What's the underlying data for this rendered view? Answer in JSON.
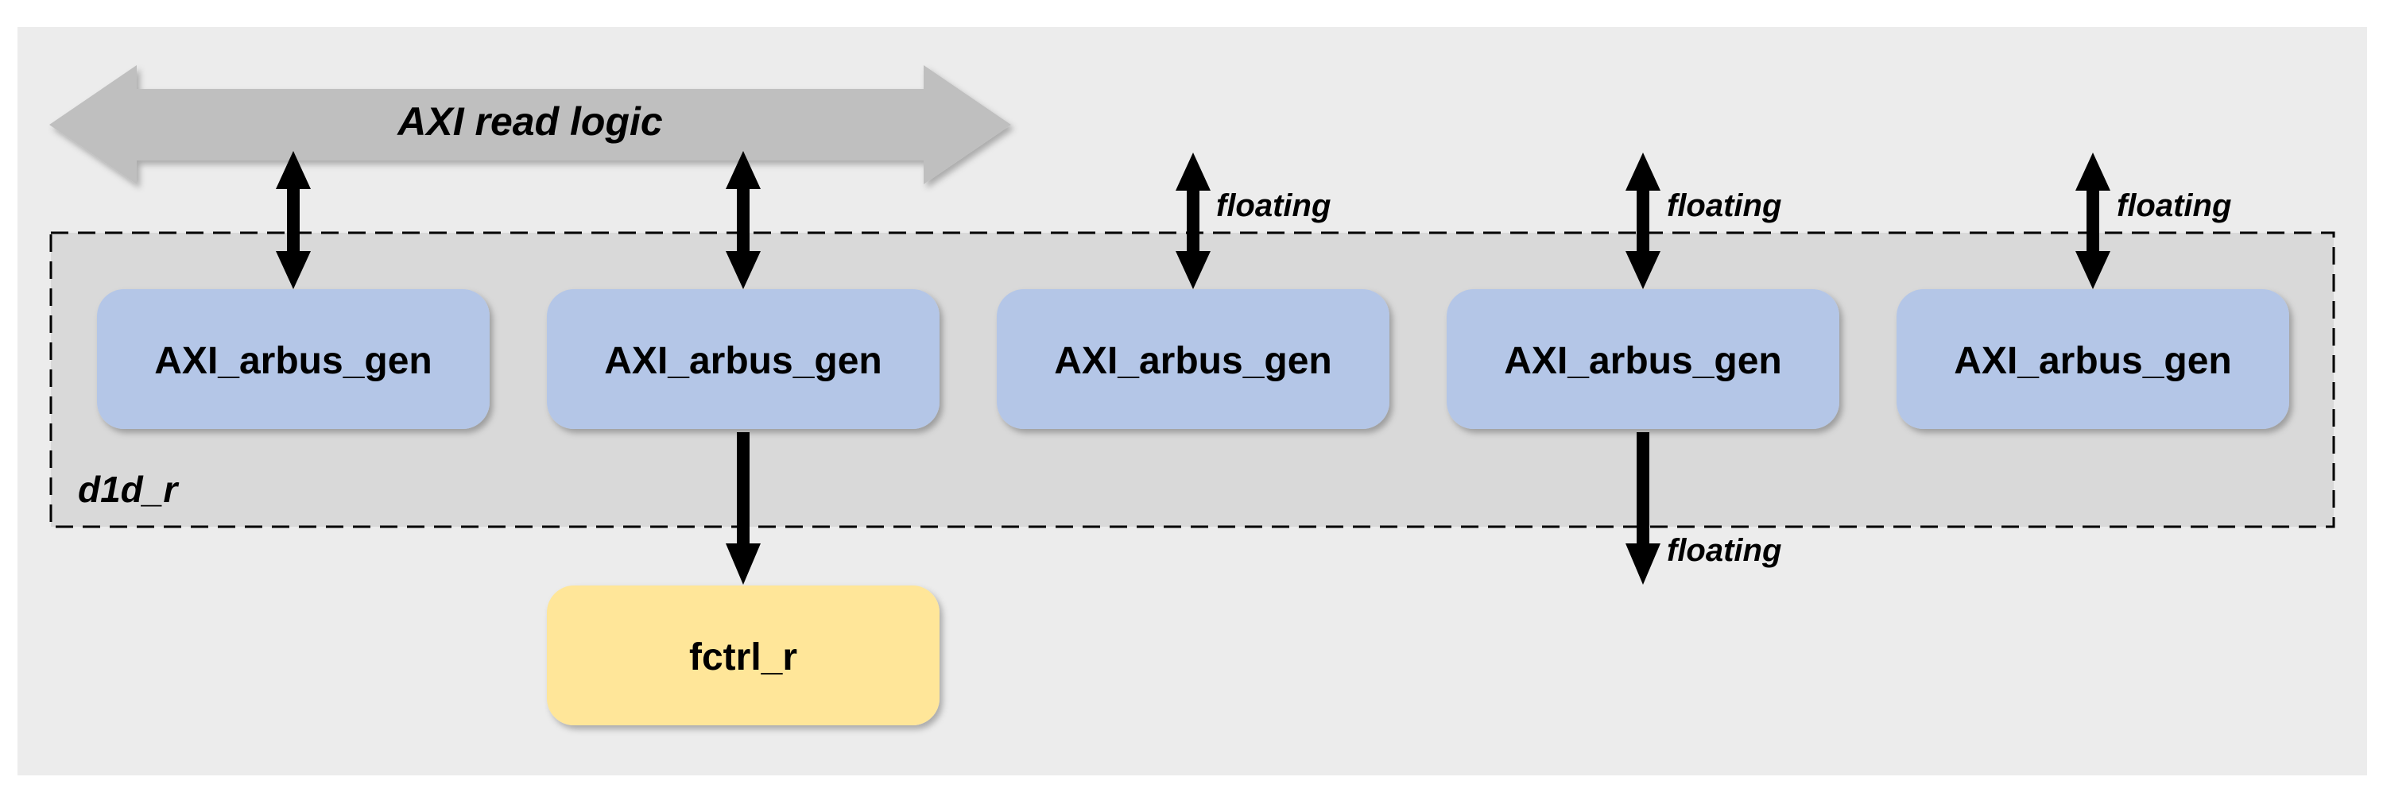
{
  "bus": {
    "label": "AXI read logic"
  },
  "container": {
    "label": "d1d_r"
  },
  "blocks": [
    {
      "label": "AXI_arbus_gen"
    },
    {
      "label": "AXI_arbus_gen"
    },
    {
      "label": "AXI_arbus_gen"
    },
    {
      "label": "AXI_arbus_gen"
    },
    {
      "label": "AXI_arbus_gen"
    }
  ],
  "output_block": {
    "label": "fctrl_r"
  },
  "floating_labels": [
    {
      "text": "floating"
    },
    {
      "text": "floating"
    },
    {
      "text": "floating"
    },
    {
      "text": "floating"
    }
  ],
  "colors": {
    "background": "#ececec",
    "container_fill": "#d9d9d9",
    "block_fill": "#b4c6e7",
    "output_fill": "#ffe699",
    "bus_fill": "#bfbfbf",
    "arrow": "#000000"
  }
}
